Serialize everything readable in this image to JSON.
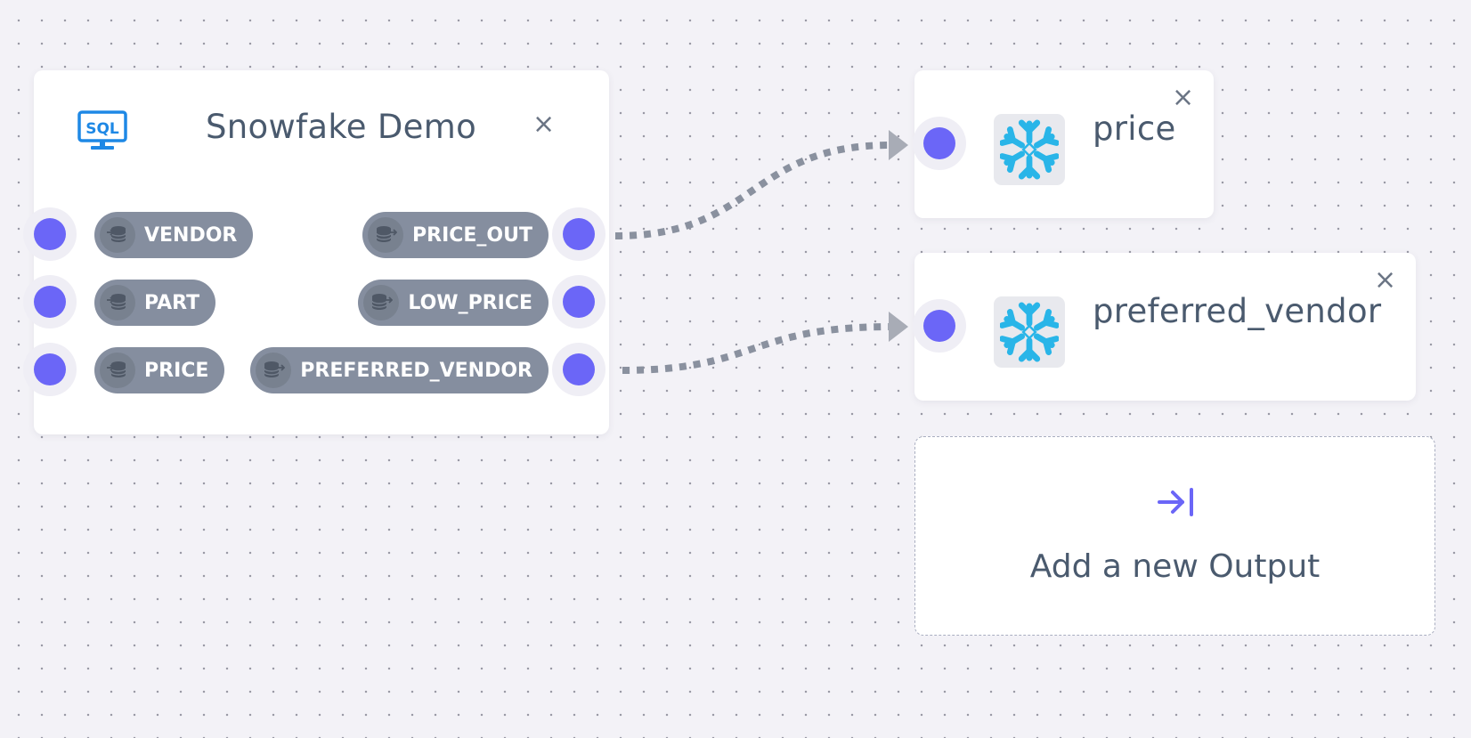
{
  "sql_node": {
    "title": "Snowfake Demo",
    "close": "×",
    "icon": "sql-monitor-icon",
    "inputs": [
      {
        "label": "VENDOR"
      },
      {
        "label": "PART"
      },
      {
        "label": "PRICE"
      }
    ],
    "outputs": [
      {
        "label": "PRICE_OUT"
      },
      {
        "label": "LOW_PRICE"
      },
      {
        "label": "PREFERRED_VENDOR"
      }
    ]
  },
  "output_nodes": [
    {
      "title": "price",
      "close": "×",
      "icon": "snowflake-icon"
    },
    {
      "title": "preferred_vendor",
      "close": "×",
      "icon": "snowflake-icon"
    }
  ],
  "add_output": {
    "label": "Add a new Output",
    "icon": "arrow-to-end-icon"
  },
  "colors": {
    "port": "#6b66f7",
    "pill": "#858e9f",
    "snowflake": "#29b5e8",
    "sql_icon": "#1e88e5",
    "edge": "#8a919f",
    "accent": "#6b66f7"
  }
}
